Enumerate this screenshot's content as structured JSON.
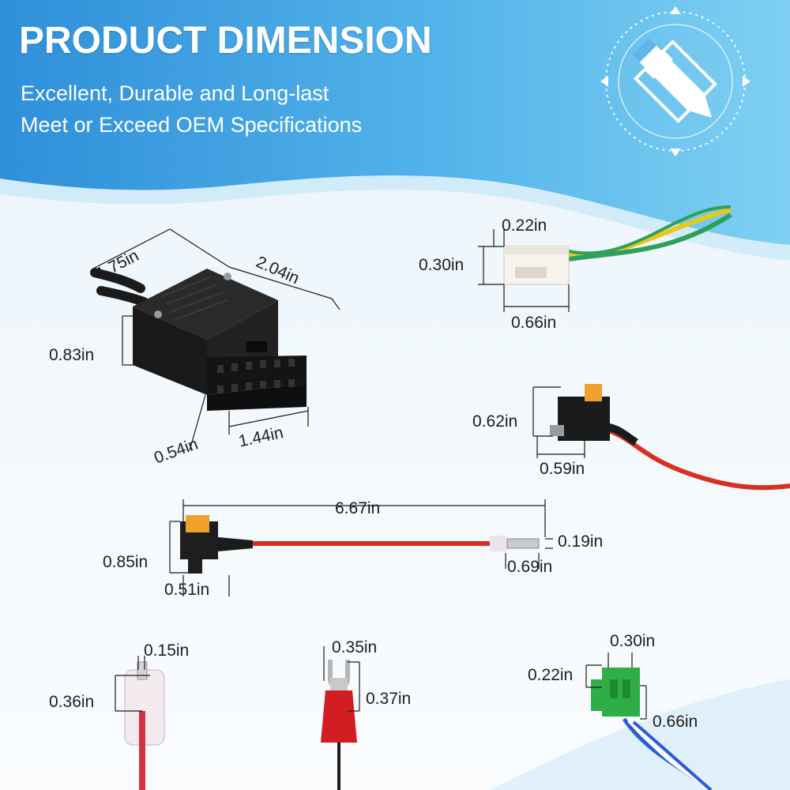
{
  "header": {
    "title": "PRODUCT DIMENSION",
    "subtitle_line1": "Excellent, Durable and Long-last",
    "subtitle_line2": "Meet or Exceed OEM Specifications",
    "icon": "ruler-pencil-compass-icon"
  },
  "colors": {
    "banner_blue": "#2f8fd9",
    "banner_light": "#6cc3ee",
    "background": "#f3f8fc",
    "dimension_line": "#1a1a1a"
  },
  "obd_connector": {
    "depth": "1.75in",
    "width": "2.04in",
    "height": "0.83in",
    "plug_height": "0.54in",
    "plug_width": "1.44in"
  },
  "molex_connector": {
    "tab_width": "0.22in",
    "height": "0.30in",
    "length": "0.66in"
  },
  "mini_fuse_tap": {
    "height": "0.62in",
    "width": "0.59in"
  },
  "fuse_tap_lead": {
    "length": "6.67in",
    "height": "0.85in",
    "width": "0.51in",
    "terminal_height": "0.19in",
    "terminal_length": "0.69in"
  },
  "spade_terminal": {
    "width": "0.15in",
    "length": "0.36in"
  },
  "fork_terminal": {
    "width": "0.35in",
    "length": "0.37in"
  },
  "green_connector": {
    "width": "0.30in",
    "height": "0.22in",
    "length": "0.66in"
  }
}
